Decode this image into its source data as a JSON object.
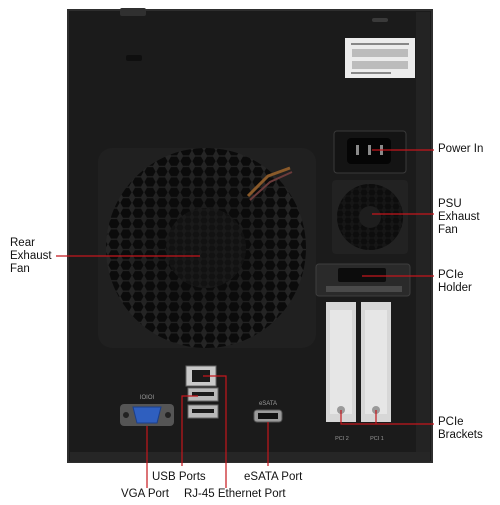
{
  "labels": {
    "rear_exhaust_fan": "Rear\nExhaust\nFan",
    "power_in": "Power In",
    "psu_exhaust_fan": "PSU\nExhaust\nFan",
    "pcie_holder": "PCIe Holder",
    "pcie_brackets": "PCIe\nBrackets",
    "usb_ports": "USB Ports",
    "esata_port": "eSATA Port",
    "vga_port": "VGA Port",
    "rj45_port": "RJ-45 Ethernet Port"
  },
  "chassis_text": {
    "vga_mark": "IOIOI",
    "esata_mark": "eSATA",
    "pci2": "PCI 2",
    "pci1": "PCI 1"
  },
  "colors": {
    "chassis": "#1b1b1b",
    "chassis_edge": "#2c2c2c",
    "leader_line": "#c4161c",
    "vga_blue": "#2f5fbf",
    "label_sticker": "#ececec"
  }
}
